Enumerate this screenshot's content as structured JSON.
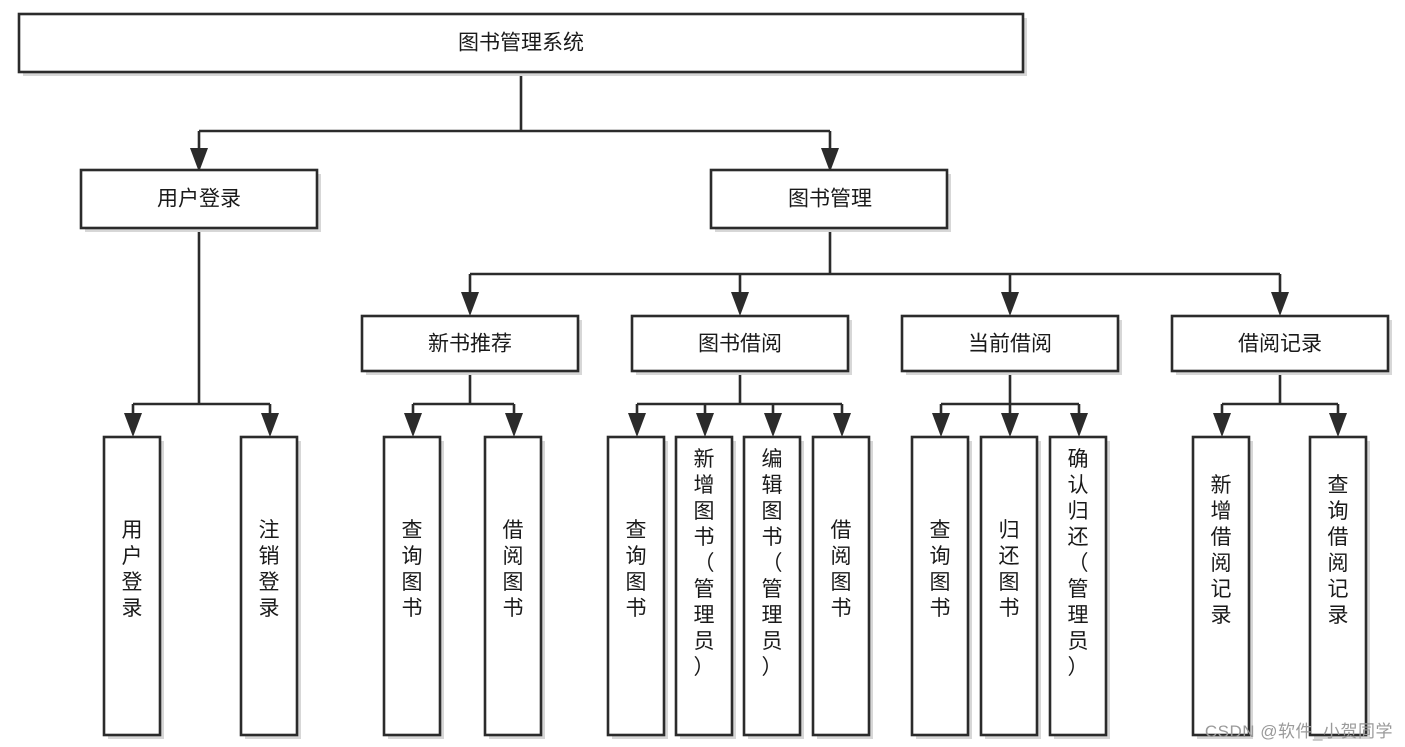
{
  "diagram": {
    "type": "tree-hierarchy",
    "title": "图书管理系统",
    "watermark": "CSDN @软件_小贺同学",
    "colors": {
      "box_stroke": "#2b2b2b",
      "box_fill": "#ffffff",
      "text": "#1a1a1a",
      "background": "#ffffff",
      "watermark": "#9a9a9a",
      "shadow": "#c9c9c9"
    },
    "nodes": {
      "root": {
        "label": "图书管理系统",
        "level": 0,
        "orientation": "horizontal"
      },
      "l1": [
        {
          "id": "user-login",
          "label": "用户登录",
          "orientation": "horizontal"
        },
        {
          "id": "book-manage",
          "label": "图书管理",
          "orientation": "horizontal"
        }
      ],
      "l2": [
        {
          "id": "new-book-rec",
          "label": "新书推荐",
          "orientation": "horizontal",
          "parent": "book-manage"
        },
        {
          "id": "book-borrow",
          "label": "图书借阅",
          "orientation": "horizontal",
          "parent": "book-manage"
        },
        {
          "id": "current-borrow",
          "label": "当前借阅",
          "orientation": "horizontal",
          "parent": "book-manage"
        },
        {
          "id": "borrow-record",
          "label": "借阅记录",
          "orientation": "horizontal",
          "parent": "book-manage"
        }
      ],
      "leaves": [
        {
          "id": "leaf-user-login",
          "label": "用户登录",
          "orientation": "vertical",
          "parent": "user-login"
        },
        {
          "id": "leaf-user-logout",
          "label": "注销登录",
          "orientation": "vertical",
          "parent": "user-login"
        },
        {
          "id": "leaf-query-book-1",
          "label": "查询图书",
          "orientation": "vertical",
          "parent": "new-book-rec"
        },
        {
          "id": "leaf-borrow-book-1",
          "label": "借阅图书",
          "orientation": "vertical",
          "parent": "new-book-rec"
        },
        {
          "id": "leaf-query-book-2",
          "label": "查询图书",
          "orientation": "vertical",
          "parent": "book-borrow"
        },
        {
          "id": "leaf-add-book",
          "label": "新增图书（管理员）",
          "orientation": "vertical",
          "parent": "book-borrow"
        },
        {
          "id": "leaf-edit-book",
          "label": "编辑图书（管理员）",
          "orientation": "vertical",
          "parent": "book-borrow"
        },
        {
          "id": "leaf-borrow-book-2",
          "label": "借阅图书",
          "orientation": "vertical",
          "parent": "book-borrow"
        },
        {
          "id": "leaf-query-book-3",
          "label": "查询图书",
          "orientation": "vertical",
          "parent": "current-borrow"
        },
        {
          "id": "leaf-return-book",
          "label": "归还图书",
          "orientation": "vertical",
          "parent": "current-borrow"
        },
        {
          "id": "leaf-confirm-return",
          "label": "确认归还（管理员）",
          "orientation": "vertical",
          "parent": "current-borrow"
        },
        {
          "id": "leaf-add-record",
          "label": "新增借阅记录",
          "orientation": "vertical",
          "parent": "borrow-record"
        },
        {
          "id": "leaf-query-record",
          "label": "查询借阅记录",
          "orientation": "vertical",
          "parent": "borrow-record"
        }
      ]
    }
  }
}
